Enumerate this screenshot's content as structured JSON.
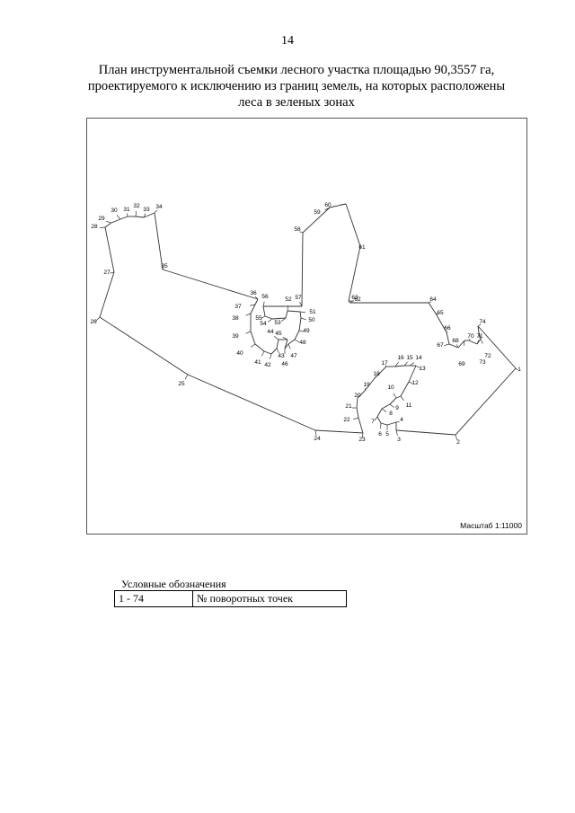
{
  "page_number": "14",
  "title": {
    "line1": "План инструментальной съемки лесного участка площадью 90,3557 га,",
    "line2": "проектируемого к исключению из границ земель, на которых расположены",
    "line3": "леса в зеленых зонах"
  },
  "map": {
    "scale_label": "Масштаб 1:11000",
    "point_labels": [
      "1",
      "2",
      "3",
      "4",
      "5",
      "6",
      "7",
      "8",
      "9",
      "10",
      "11",
      "12",
      "13",
      "14",
      "15",
      "16",
      "17",
      "18",
      "19",
      "20",
      "21",
      "22",
      "23",
      "24",
      "25",
      "26",
      "27",
      "28",
      "29",
      "30",
      "31",
      "32",
      "33",
      "34",
      "35",
      "36",
      "37",
      "38",
      "39",
      "40",
      "41",
      "42",
      "43",
      "44",
      "45",
      "46",
      "47",
      "48",
      "49",
      "50",
      "51",
      "52",
      "53",
      "54",
      "55",
      "56",
      "57",
      "58",
      "59",
      "60",
      "61",
      "62",
      "63",
      "64",
      "65",
      "66",
      "67",
      "68",
      "69",
      "70",
      "71",
      "72",
      "73",
      "74"
    ]
  },
  "legend": {
    "title": "Условные обозначения",
    "range": "1 - 74",
    "description": "№ поворотных точек"
  }
}
